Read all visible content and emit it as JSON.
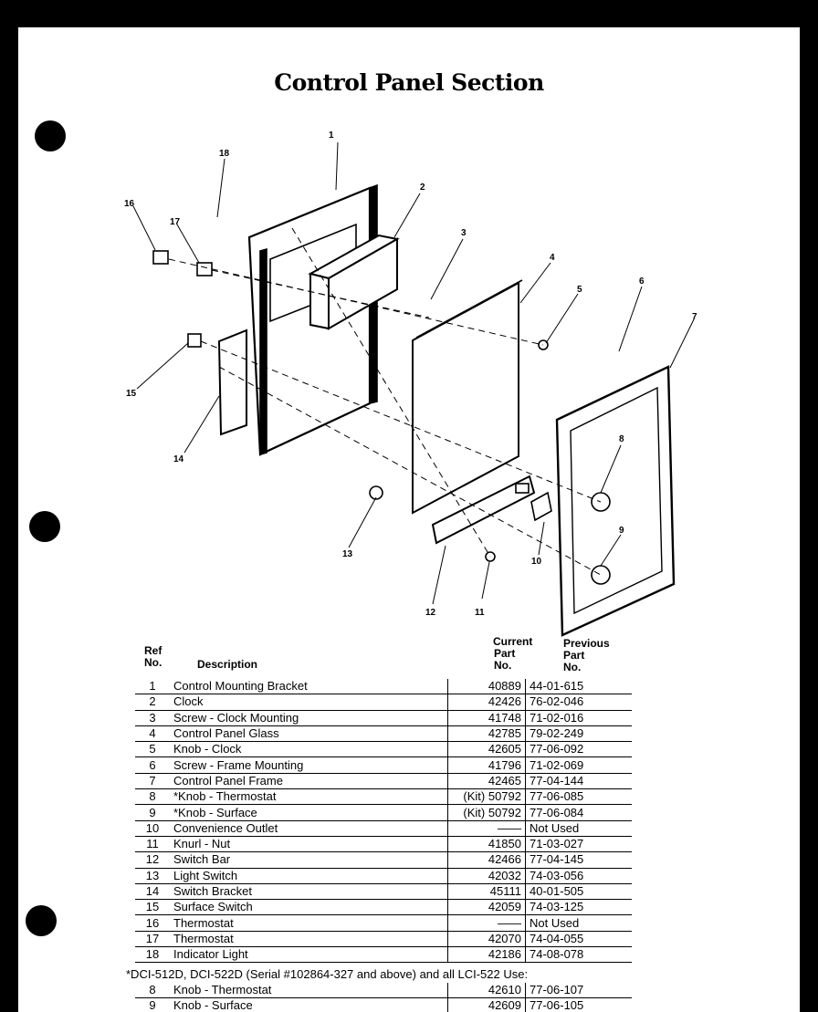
{
  "page": {
    "title": "Control Panel Section"
  },
  "diagram": {
    "callouts": [
      "1",
      "2",
      "3",
      "4",
      "5",
      "6",
      "7",
      "8",
      "9",
      "10",
      "11",
      "12",
      "13",
      "14",
      "15",
      "16",
      "17",
      "18"
    ]
  },
  "table": {
    "headers": {
      "ref": [
        "Ref",
        "No."
      ],
      "description": "Description",
      "current": [
        "Current",
        "Part",
        "No."
      ],
      "previous": [
        "Previous",
        "Part",
        "No."
      ]
    },
    "rows": [
      {
        "ref": "1",
        "desc": "Control Mounting Bracket",
        "current": "40889",
        "previous": "44-01-615"
      },
      {
        "ref": "2",
        "desc": "Clock",
        "current": "42426",
        "previous": "76-02-046"
      },
      {
        "ref": "3",
        "desc": "Screw - Clock Mounting",
        "current": "41748",
        "previous": "71-02-016"
      },
      {
        "ref": "4",
        "desc": "Control Panel Glass",
        "current": "42785",
        "previous": "79-02-249"
      },
      {
        "ref": "5",
        "desc": "Knob - Clock",
        "current": "42605",
        "previous": "77-06-092"
      },
      {
        "ref": "6",
        "desc": "Screw - Frame Mounting",
        "current": "41796",
        "previous": "71-02-069"
      },
      {
        "ref": "7",
        "desc": "Control Panel Frame",
        "current": "42465",
        "previous": "77-04-144"
      },
      {
        "ref": "8",
        "desc": "*Knob - Thermostat",
        "current": "(Kit) 50792",
        "previous": "77-06-085"
      },
      {
        "ref": "9",
        "desc": "*Knob - Surface",
        "current": "(Kit) 50792",
        "previous": "77-06-084"
      },
      {
        "ref": "10",
        "desc": "Convenience Outlet",
        "current": "——",
        "previous": "Not Used"
      },
      {
        "ref": "11",
        "desc": "Knurl - Nut",
        "current": "41850",
        "previous": "71-03-027"
      },
      {
        "ref": "12",
        "desc": "Switch Bar",
        "current": "42466",
        "previous": "77-04-145"
      },
      {
        "ref": "13",
        "desc": "Light Switch",
        "current": "42032",
        "previous": "74-03-056"
      },
      {
        "ref": "14",
        "desc": "Switch Bracket",
        "current": "45111",
        "previous": "40-01-505"
      },
      {
        "ref": "15",
        "desc": "Surface Switch",
        "current": "42059",
        "previous": "74-03-125"
      },
      {
        "ref": "16",
        "desc": "Thermostat",
        "current": "——",
        "previous": "Not Used"
      },
      {
        "ref": "17",
        "desc": "Thermostat",
        "current": "42070",
        "previous": "74-04-055"
      },
      {
        "ref": "18",
        "desc": "Indicator Light",
        "current": "42186",
        "previous": "74-08-078"
      }
    ],
    "footnote": "*DCI-512D, DCI-522D (Serial #102864-327 and above) and all LCI-522 Use:",
    "footnote_rows": [
      {
        "ref": "8",
        "desc": "Knob - Thermostat",
        "current": "42610",
        "previous": "77-06-107"
      },
      {
        "ref": "9",
        "desc": "Knob - Surface",
        "current": "42609",
        "previous": "77-06-105"
      }
    ]
  }
}
